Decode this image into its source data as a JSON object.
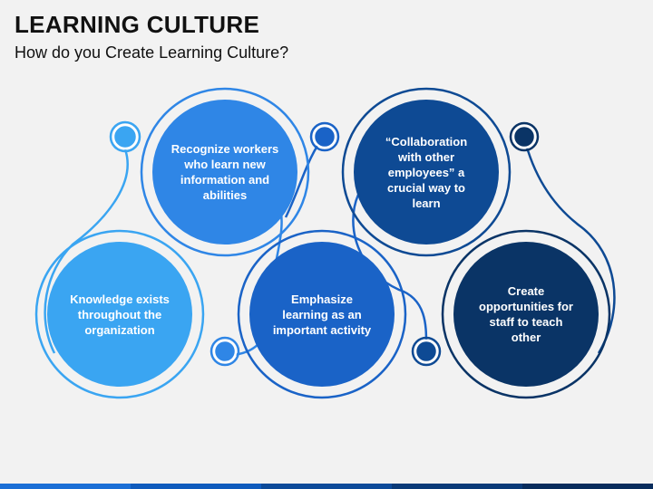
{
  "header": {
    "title": "LEARNING CULTURE",
    "subtitle": "How do you Create Learning Culture?"
  },
  "nodes": [
    {
      "id": "node-1",
      "text": "Knowledge exists\nthroughout the\norganization",
      "color": "#3aa5f2"
    },
    {
      "id": "node-2",
      "text": "Recognize workers\nwho learn new\ninformation and\nabilities",
      "color": "#2f86e6"
    },
    {
      "id": "node-3",
      "text": "Emphasize\nlearning as an\nimportant activity",
      "color": "#1a63c7"
    },
    {
      "id": "node-4",
      "text": "“Collaboration\nwith other\nemployees” a\ncrucial way to\nlearn",
      "color": "#0e4a94"
    },
    {
      "id": "node-5",
      "text": "Create\nopportunities for\nstaff to teach\nother",
      "color": "#0a3466"
    }
  ],
  "colors": {
    "background": "#f2f2f2",
    "bar": [
      "#1b6fd6",
      "#0f5bbd",
      "#0c4a99",
      "#0a3a78",
      "#082c5c"
    ]
  }
}
